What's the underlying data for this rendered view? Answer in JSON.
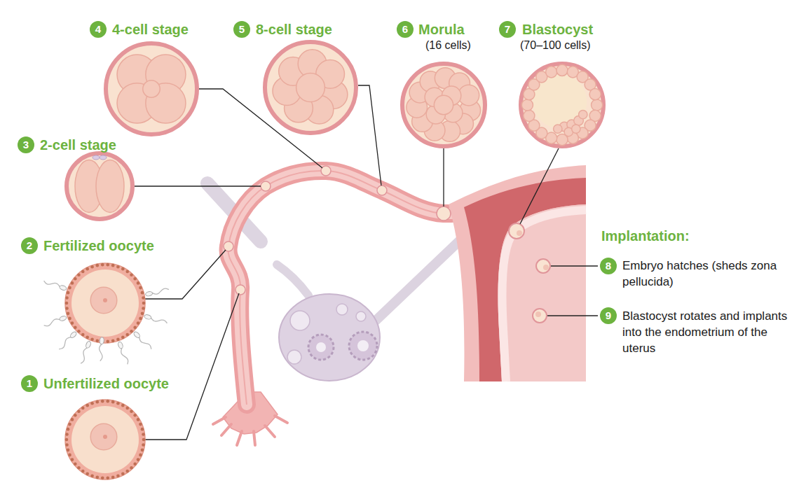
{
  "diagram": {
    "nodes": [
      {
        "text": [
          "Unfertilized oocyte"
        ]
      },
      {
        "text": [
          "Fertilized oocyte"
        ]
      },
      {
        "text": [
          "2-cell stage"
        ]
      },
      {
        "text": [
          "4-cell stage"
        ]
      },
      {
        "text": [
          "8-cell stage"
        ]
      },
      {
        "text": [
          "Morula",
          "(16 cells)"
        ]
      },
      {
        "text": [
          "Blastocyst",
          "(70–100 cells)"
        ]
      }
    ],
    "labels": [
      "1",
      "2",
      "3",
      "4",
      "5",
      "6",
      "7",
      "Implantation:",
      "8",
      "Embryo hatches (sheds zona pellucida)",
      "9",
      "Blastocyst rotates and implants into the endometrium of the uterus"
    ]
  }
}
